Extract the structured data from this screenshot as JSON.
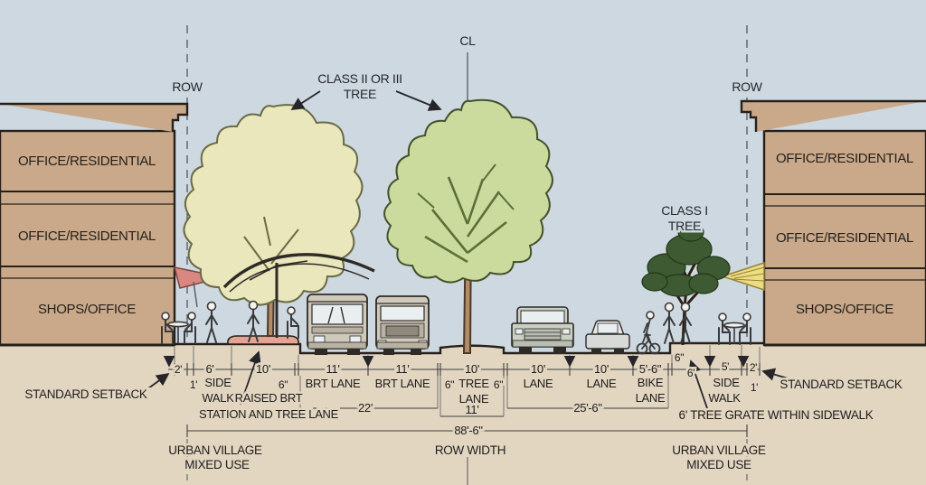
{
  "top": {
    "cl": "CL",
    "row_left": "ROW",
    "row_right": "ROW",
    "class23_line1": "CLASS II OR III",
    "class23_line2": "TREE",
    "class1_line1": "CLASS I",
    "class1_line2": "TREE"
  },
  "buildings": {
    "left_floor1": "OFFICE/RESIDENTIAL",
    "left_floor2": "OFFICE/RESIDENTIAL",
    "left_floor3": "SHOPS/OFFICE",
    "right_floor1": "OFFICE/RESIDENTIAL",
    "right_floor2": "OFFICE/RESIDENTIAL",
    "right_floor3": "SHOPS/OFFICE"
  },
  "dims": {
    "setback_left": "2'",
    "one_left": "1'",
    "sidewalk_left_width": "6'",
    "side_left": "SIDE",
    "walk_left": "WALK",
    "station_width": "10'",
    "station_line1": "RAISED BRT",
    "station_line2": "STATION AND TREE LANE",
    "curb_left": "6\"",
    "brt1_width": "11'",
    "brt1_label": "BRT LANE",
    "brt2_width": "11'",
    "brt2_label": "BRT LANE",
    "median_width": "10'",
    "median_curb_left": "6\"",
    "median_curb_right": "6\"",
    "median_tree": "TREE",
    "median_lane": "LANE",
    "median_total": "11'",
    "lane1_width": "10'",
    "lane1_label": "LANE",
    "lane2_width": "10'",
    "lane2_label": "LANE",
    "bike_width": "5'-6\"",
    "bike_line1": "BIKE",
    "bike_line2": "LANE",
    "curb_right": "6\"",
    "grate_width": "6'",
    "sidewalk_right_width": "5'",
    "side_right": "SIDE",
    "walk_right": "WALK",
    "setback_right": "2'",
    "one_right": "1'",
    "brt_total": "22'",
    "lanes_total": "25'-6\"",
    "row_total": "88'-6\""
  },
  "notes": {
    "standard_setback_left": "STANDARD SETBACK",
    "standard_setback_right": "STANDARD SETBACK",
    "tree_grate": "6' TREE GRATE WITHIN SIDEWALK",
    "urban_left_line1": "URBAN VILLAGE",
    "urban_left_line2": "MIXED USE",
    "urban_right_line1": "URBAN VILLAGE",
    "urban_right_line2": "MIXED USE",
    "row_width": "ROW WIDTH"
  },
  "colors": {
    "sky": "#cdd8e0",
    "ground": "#e3d6c1",
    "building": "#c9a98a",
    "outline": "#2b2218",
    "tree_pale": "#e9e7bb",
    "tree_mid": "#cbdb9d",
    "tree_dark": "#3d5a33",
    "trunk": "#b18c67",
    "platform_pink": "#e5a394",
    "awning_pink": "#d98780",
    "awning_yellow": "#eedd80",
    "bus": "#cfc9bc",
    "glass": "#e9eef1"
  }
}
